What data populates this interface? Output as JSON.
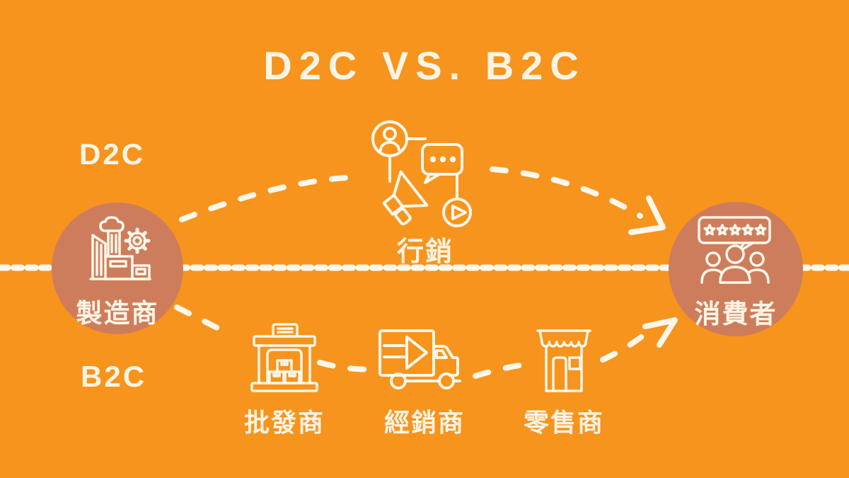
{
  "title": "D2C VS. B2C",
  "colors": {
    "background": "#F7941D",
    "node_circle": "#CE7D5C",
    "ink": "#FBF4E4",
    "line_stroke": "#FCF7EA"
  },
  "channels": {
    "d2c_label": "D2C",
    "b2c_label": "B2C"
  },
  "nodes": {
    "manufacturer": {
      "label": "製造商",
      "icon": "factory-icon"
    },
    "marketing": {
      "label": "行銷",
      "icon": "marketing-megaphone-icon"
    },
    "consumer": {
      "label": "消費者",
      "icon": "customer-reviews-icon"
    },
    "wholesaler": {
      "label": "批發商",
      "icon": "warehouse-icon"
    },
    "distributor": {
      "label": "經銷商",
      "icon": "delivery-truck-icon"
    },
    "retailer": {
      "label": "零售商",
      "icon": "storefront-icon"
    }
  }
}
